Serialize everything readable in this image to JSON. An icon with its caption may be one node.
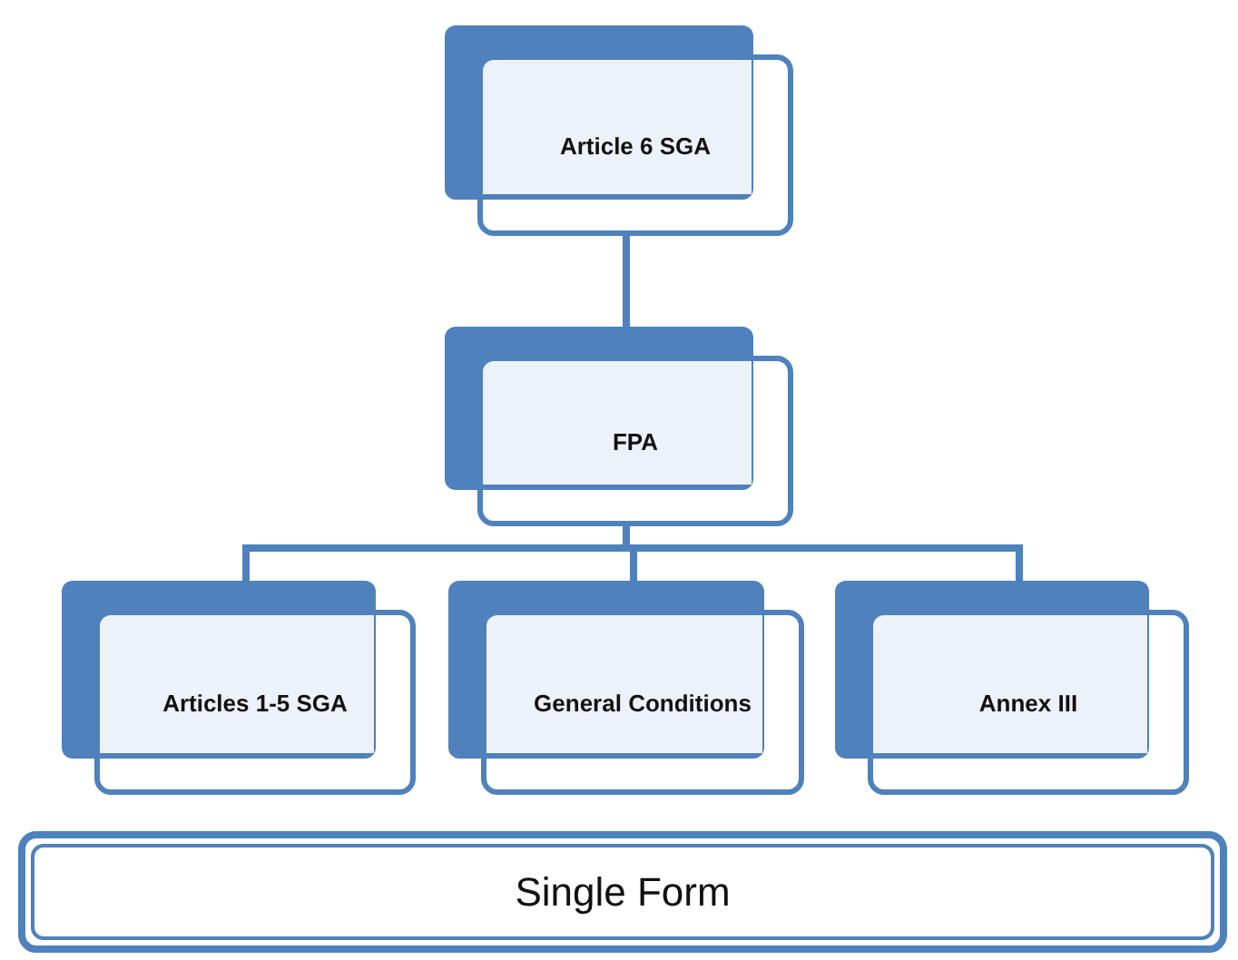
{
  "diagram": {
    "nodes": [
      {
        "text": [
          "Article 6 SGA"
        ]
      },
      {
        "text": [
          "FPA"
        ]
      },
      {
        "text": [
          "Articles 1-5 SGA"
        ]
      },
      {
        "text": [
          "General Conditions"
        ]
      },
      {
        "text": [
          "Annex III"
        ]
      },
      {
        "text": [
          "Single Form"
        ]
      }
    ],
    "edges": [
      {
        "from": 0,
        "to": 1,
        "arrow": "none"
      },
      {
        "from": 1,
        "to": 2,
        "arrow": "none"
      },
      {
        "from": 1,
        "to": 3,
        "arrow": "none"
      },
      {
        "from": 1,
        "to": 4,
        "arrow": "none"
      }
    ]
  }
}
